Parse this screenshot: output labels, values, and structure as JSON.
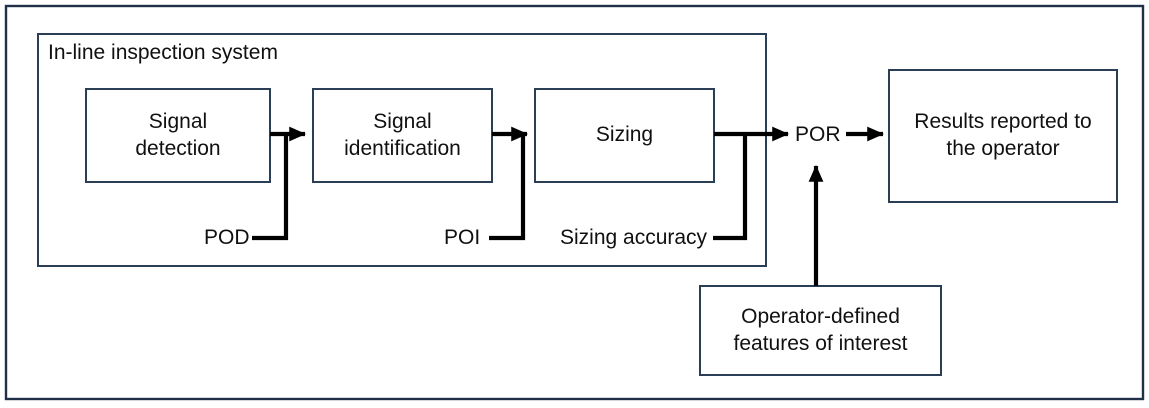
{
  "diagram": {
    "title": "In-line inspection system",
    "background_color": "#ffffff",
    "box_border_color": "#2a3e55",
    "connector_color": "#000000",
    "frame_border_color": "#1f3048",
    "container": {
      "label": "In-line inspection system"
    },
    "nodes": [
      {
        "id": "signal-detection",
        "label": "Signal\ndetection"
      },
      {
        "id": "signal-identification",
        "label": "Signal\nidentification"
      },
      {
        "id": "sizing",
        "label": "Sizing"
      },
      {
        "id": "results-reported",
        "label": "Results reported to\nthe operator"
      },
      {
        "id": "operator-defined-features",
        "label": "Operator-defined\nfeatures of interest"
      }
    ],
    "connector_labels": [
      {
        "id": "pod",
        "label": "POD"
      },
      {
        "id": "poi",
        "label": "POI"
      },
      {
        "id": "sizing-accuracy",
        "label": "Sizing accuracy"
      },
      {
        "id": "por",
        "label": "POR"
      }
    ]
  }
}
